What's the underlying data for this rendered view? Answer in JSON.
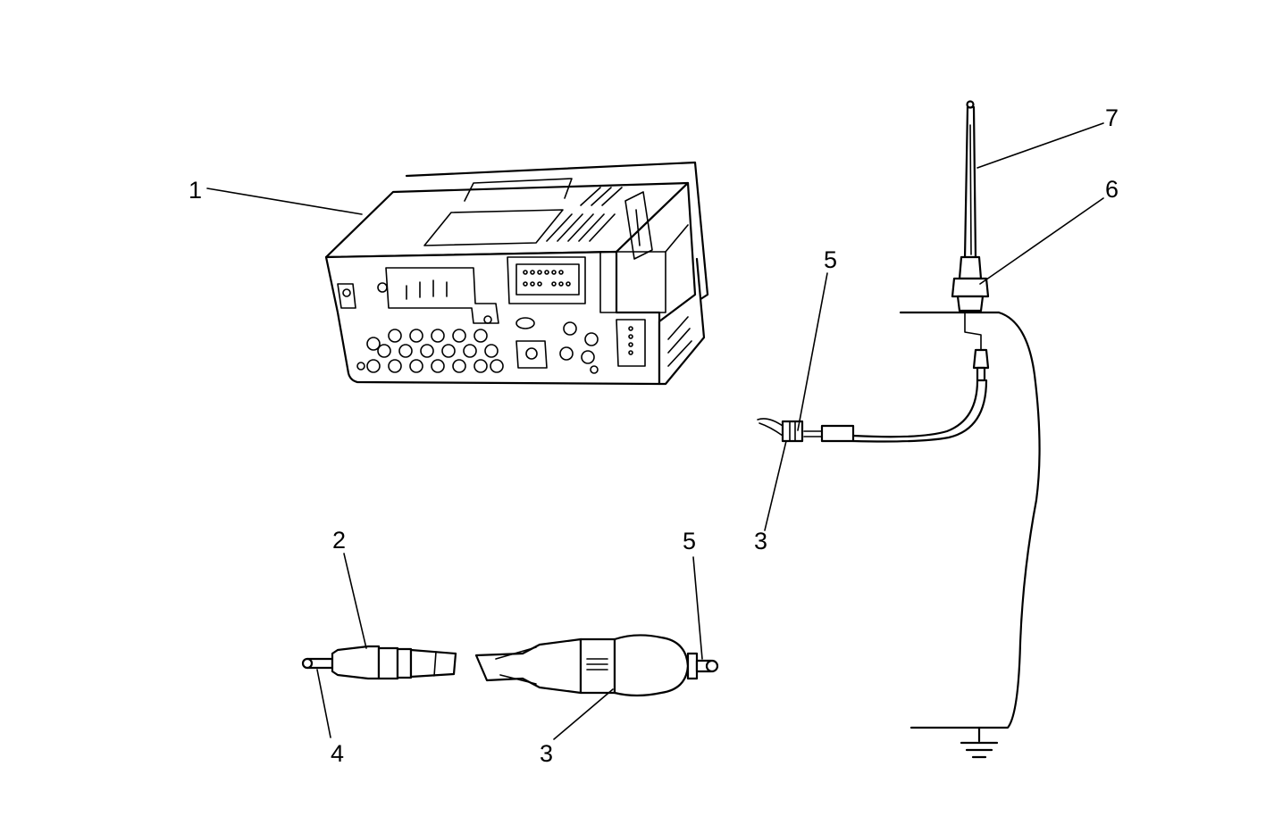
{
  "callouts": {
    "c1": "1",
    "c2": "2",
    "c3a": "3",
    "c3b": "3",
    "c4": "4",
    "c5a": "5",
    "c5b": "5",
    "c6": "6",
    "c7": "7"
  }
}
